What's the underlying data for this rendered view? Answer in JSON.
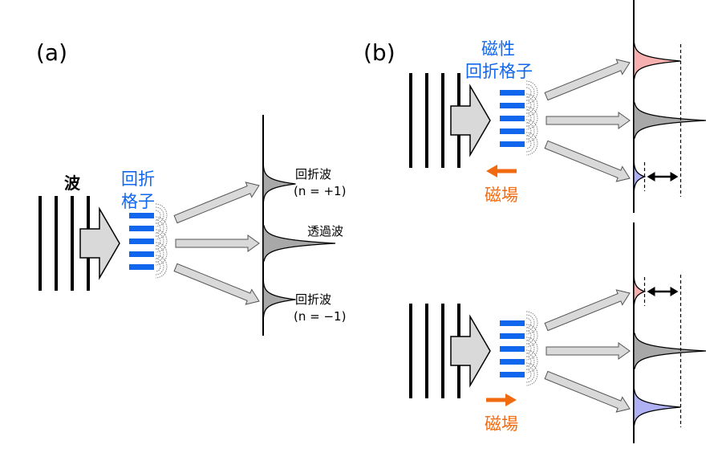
{
  "panel_a": {
    "label": "(a)",
    "wave_label": "波",
    "grating_label_line1": "回折",
    "grating_label_line2": "格子",
    "peaks": [
      {
        "name": "回折波",
        "order": "(n = +1)",
        "relative_height": 0.45
      },
      {
        "name": "透過波",
        "order": "",
        "relative_height": 1.0
      },
      {
        "name": "回折波",
        "order": "(n = −1)",
        "relative_height": 0.45
      }
    ]
  },
  "panel_b": {
    "label": "(b)",
    "grating_label_line1": "磁性",
    "grating_label_line2": "回折格子",
    "top": {
      "field_label": "磁場",
      "field_direction": "left",
      "peaks": [
        {
          "color": "pink",
          "relative_height": 0.65
        },
        {
          "color": "gray",
          "relative_height": 1.0
        },
        {
          "color": "blue",
          "relative_height": 0.15
        }
      ]
    },
    "bottom": {
      "field_label": "磁場",
      "field_direction": "right",
      "peaks": [
        {
          "color": "pink",
          "relative_height": 0.15
        },
        {
          "color": "gray",
          "relative_height": 1.0
        },
        {
          "color": "blue",
          "relative_height": 0.65
        }
      ]
    }
  },
  "colors": {
    "grating_blue": "#1166ee",
    "field_orange": "#f26a10",
    "pink_peak": "#f7b0b0",
    "blue_peak": "#b0b0f5",
    "gray_peak": "#a8a8a8",
    "arrow_fill": "#d9d9d9"
  }
}
